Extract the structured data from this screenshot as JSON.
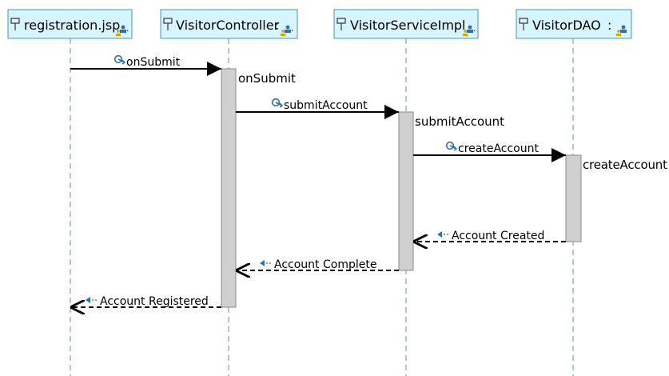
{
  "lifelines": [
    {
      "name": "registration.jsp",
      "suffix": ""
    },
    {
      "name": "VisitorController",
      "suffix": ":"
    },
    {
      "name": "VisitorServiceImpl",
      "suffix": ""
    },
    {
      "name": "VisitorDAO",
      "suffix": ":"
    }
  ],
  "messages": [
    {
      "label": "onSubmit",
      "kind": "call",
      "from": 0,
      "to": 1
    },
    {
      "label": "submitAccount",
      "kind": "call",
      "from": 1,
      "to": 2
    },
    {
      "label": "createAccount",
      "kind": "call",
      "from": 2,
      "to": 3
    },
    {
      "label": "Account Created",
      "kind": "return",
      "from": 3,
      "to": 2
    },
    {
      "label": "Account Complete",
      "kind": "return",
      "from": 2,
      "to": 1
    },
    {
      "label": "Account Registered",
      "kind": "return",
      "from": 1,
      "to": 0
    }
  ],
  "activations": [
    {
      "lifeline": 1,
      "label": "onSubmit"
    },
    {
      "lifeline": 2,
      "label": "submitAccount"
    },
    {
      "lifeline": 3,
      "label": "createAccount"
    }
  ],
  "colors": {
    "header_fill": "#d6f5ff",
    "header_border": "#4a90b8",
    "lifeline": "#5a8fc0",
    "activation_fill": "#cfcfcf",
    "activation_border": "#8a8a8a",
    "arrow": "#000000",
    "icon_blue": "#2c6fb5",
    "icon_accent": "#e0a000"
  }
}
